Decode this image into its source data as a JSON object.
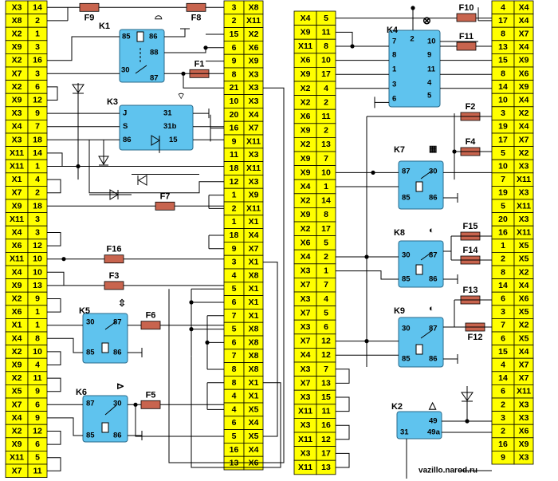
{
  "colors": {
    "terminal_fill": "#ffff00",
    "relay_fill": "#5fc3ee",
    "fuse_fill": "#c8644e",
    "wire": "#000000"
  },
  "columns": [
    {
      "id": "col1",
      "rows": [
        [
          "X3",
          "14"
        ],
        [
          "X8",
          "2"
        ],
        [
          "X2",
          "1"
        ],
        [
          "X9",
          "3"
        ],
        [
          "X2",
          "16"
        ],
        [
          "X7",
          "3"
        ],
        [
          "X2",
          "6"
        ],
        [
          "X9",
          "12"
        ],
        [
          "X3",
          "9"
        ],
        [
          "X4",
          "7"
        ],
        [
          "X3",
          "18"
        ],
        [
          "X11",
          "14"
        ],
        [
          "X11",
          "1"
        ],
        [
          "X1",
          "4"
        ],
        [
          "X7",
          "2"
        ],
        [
          "X9",
          "18"
        ],
        [
          "X11",
          "3"
        ],
        [
          "X4",
          "3"
        ],
        [
          "X6",
          "12"
        ],
        [
          "X11",
          "10"
        ],
        [
          "X4",
          "10"
        ],
        [
          "X9",
          "13"
        ],
        [
          "X2",
          "9"
        ],
        [
          "X6",
          "1"
        ],
        [
          "X1",
          "1"
        ],
        [
          "X4",
          "8"
        ],
        [
          "X2",
          "10"
        ],
        [
          "X9",
          "4"
        ],
        [
          "X2",
          "11"
        ],
        [
          "X5",
          "9"
        ],
        [
          "X7",
          "6"
        ],
        [
          "X4",
          "9"
        ],
        [
          "X2",
          "12"
        ],
        [
          "X9",
          "6"
        ],
        [
          "X11",
          "5"
        ],
        [
          "X7",
          "11"
        ]
      ]
    },
    {
      "id": "col2",
      "rows": [
        [
          "3",
          "X8"
        ],
        [
          "2",
          "X11"
        ],
        [
          "15",
          "X2"
        ],
        [
          "6",
          "X6"
        ],
        [
          "9",
          "X9"
        ],
        [
          "8",
          "X3"
        ],
        [
          "21",
          "X3"
        ],
        [
          "10",
          "X3"
        ],
        [
          "20",
          "X4"
        ],
        [
          "16",
          "X7"
        ],
        [
          "9",
          "X11"
        ],
        [
          "11",
          "X3"
        ],
        [
          "18",
          "X11"
        ],
        [
          "12",
          "X3"
        ],
        [
          "1",
          "X9"
        ],
        [
          "2",
          "X11"
        ],
        [
          "1",
          "X1"
        ],
        [
          "18",
          "X4"
        ],
        [
          "9",
          "X7"
        ],
        [
          "3",
          "X1"
        ],
        [
          "4",
          "X8"
        ],
        [
          "5",
          "X1"
        ],
        [
          "6",
          "X1"
        ],
        [
          "7",
          "X1"
        ],
        [
          "5",
          "X8"
        ],
        [
          "6",
          "X8"
        ],
        [
          "7",
          "X8"
        ],
        [
          "8",
          "X8"
        ],
        [
          "8",
          "X1"
        ],
        [
          "4",
          "X1"
        ],
        [
          "4",
          "X5"
        ],
        [
          "6",
          "X4"
        ],
        [
          "5",
          "X5"
        ],
        [
          "16",
          "X4"
        ],
        [
          "13",
          "X6"
        ]
      ]
    },
    {
      "id": "col3",
      "rows": [
        [
          "X4",
          "5"
        ],
        [
          "X9",
          "11"
        ],
        [
          "X11",
          "8"
        ],
        [
          "X6",
          "10"
        ],
        [
          "X9",
          "17"
        ],
        [
          "X2",
          "4"
        ],
        [
          "X2",
          "2"
        ],
        [
          "X6",
          "11"
        ],
        [
          "X9",
          "2"
        ],
        [
          "X2",
          "13"
        ],
        [
          "X9",
          "7"
        ],
        [
          "X9",
          "10"
        ],
        [
          "X4",
          "1"
        ],
        [
          "X2",
          "14"
        ],
        [
          "X9",
          "8"
        ],
        [
          "X2",
          "17"
        ],
        [
          "X6",
          "5"
        ],
        [
          "X4",
          "2"
        ],
        [
          "X3",
          "1"
        ],
        [
          "X7",
          "7"
        ],
        [
          "X3",
          "4"
        ],
        [
          "X7",
          "5"
        ],
        [
          "X3",
          "6"
        ],
        [
          "X7",
          "12"
        ],
        [
          "X4",
          "12"
        ],
        [
          "X3",
          "7"
        ],
        [
          "X7",
          "13"
        ],
        [
          "X3",
          "15"
        ],
        [
          "X11",
          "11"
        ],
        [
          "X3",
          "16"
        ],
        [
          "X11",
          "12"
        ],
        [
          "X3",
          "17"
        ],
        [
          "X11",
          "13"
        ]
      ]
    },
    {
      "id": "col4",
      "rows": [
        [
          "4",
          "X4"
        ],
        [
          "17",
          "X4"
        ],
        [
          "8",
          "X7"
        ],
        [
          "13",
          "X4"
        ],
        [
          "15",
          "X9"
        ],
        [
          "8",
          "X6"
        ],
        [
          "14",
          "X9"
        ],
        [
          "10",
          "X4"
        ],
        [
          "3",
          "X2"
        ],
        [
          "19",
          "X4"
        ],
        [
          "17",
          "X7"
        ],
        [
          "5",
          "X2"
        ],
        [
          "10",
          "X3"
        ],
        [
          "7",
          "X11"
        ],
        [
          "19",
          "X3"
        ],
        [
          "5",
          "X11"
        ],
        [
          "20",
          "X3"
        ],
        [
          "16",
          "X11"
        ],
        [
          "1",
          "X5"
        ],
        [
          "2",
          "X5"
        ],
        [
          "8",
          "X2"
        ],
        [
          "14",
          "X4"
        ],
        [
          "6",
          "X6"
        ],
        [
          "3",
          "X5"
        ],
        [
          "7",
          "X2"
        ],
        [
          "6",
          "X5"
        ],
        [
          "15",
          "X4"
        ],
        [
          "4",
          "X7"
        ],
        [
          "14",
          "X7"
        ],
        [
          "6",
          "X11"
        ],
        [
          "2",
          "X3"
        ],
        [
          "3",
          "X3"
        ],
        [
          "2",
          "X6"
        ],
        [
          "16",
          "X9"
        ],
        [
          "9",
          "X3"
        ]
      ]
    }
  ],
  "fuses": [
    "F9",
    "F8",
    "F1",
    "F7",
    "F16",
    "F3",
    "F6",
    "F5",
    "F10",
    "F11",
    "F2",
    "F4",
    "F15",
    "F14",
    "F13",
    "F12"
  ],
  "relays": {
    "K1": {
      "label": "K1",
      "pins": [
        "85",
        "86",
        "88",
        "30",
        "87"
      ],
      "symbol": "wiper-icon"
    },
    "K3": {
      "label": "K3",
      "pins": [
        "J",
        "S",
        "86",
        "31",
        "31b",
        "15"
      ],
      "symbol": "wiper-icon"
    },
    "K4": {
      "label": "K4",
      "pins": [
        "2",
        "7",
        "8",
        "1",
        "3",
        "6",
        "10",
        "9",
        "11",
        "4",
        "5"
      ],
      "symbol": "hazard-icon"
    },
    "K5": {
      "label": "K5",
      "pins": [
        "30",
        "87",
        "85",
        "86"
      ],
      "symbol": "window-icon"
    },
    "K6": {
      "label": "K6",
      "pins": [
        "87",
        "30",
        "85",
        "86"
      ],
      "symbol": "horn-icon"
    },
    "K7": {
      "label": "K7",
      "pins": [
        "87",
        "30",
        "85",
        "86"
      ],
      "symbol": "rear-defrost-icon"
    },
    "K8": {
      "label": "K8",
      "pins": [
        "30",
        "87",
        "85",
        "86"
      ],
      "symbol": "headlight-icon"
    },
    "K9": {
      "label": "K9",
      "pins": [
        "30",
        "87",
        "85",
        "86"
      ],
      "symbol": "headlight-icon"
    },
    "K2": {
      "label": "K2",
      "pins": [
        "49",
        "31",
        "49a"
      ],
      "symbol": "warning-triangle-icon"
    }
  },
  "watermark": "vazillo.narod.ru"
}
